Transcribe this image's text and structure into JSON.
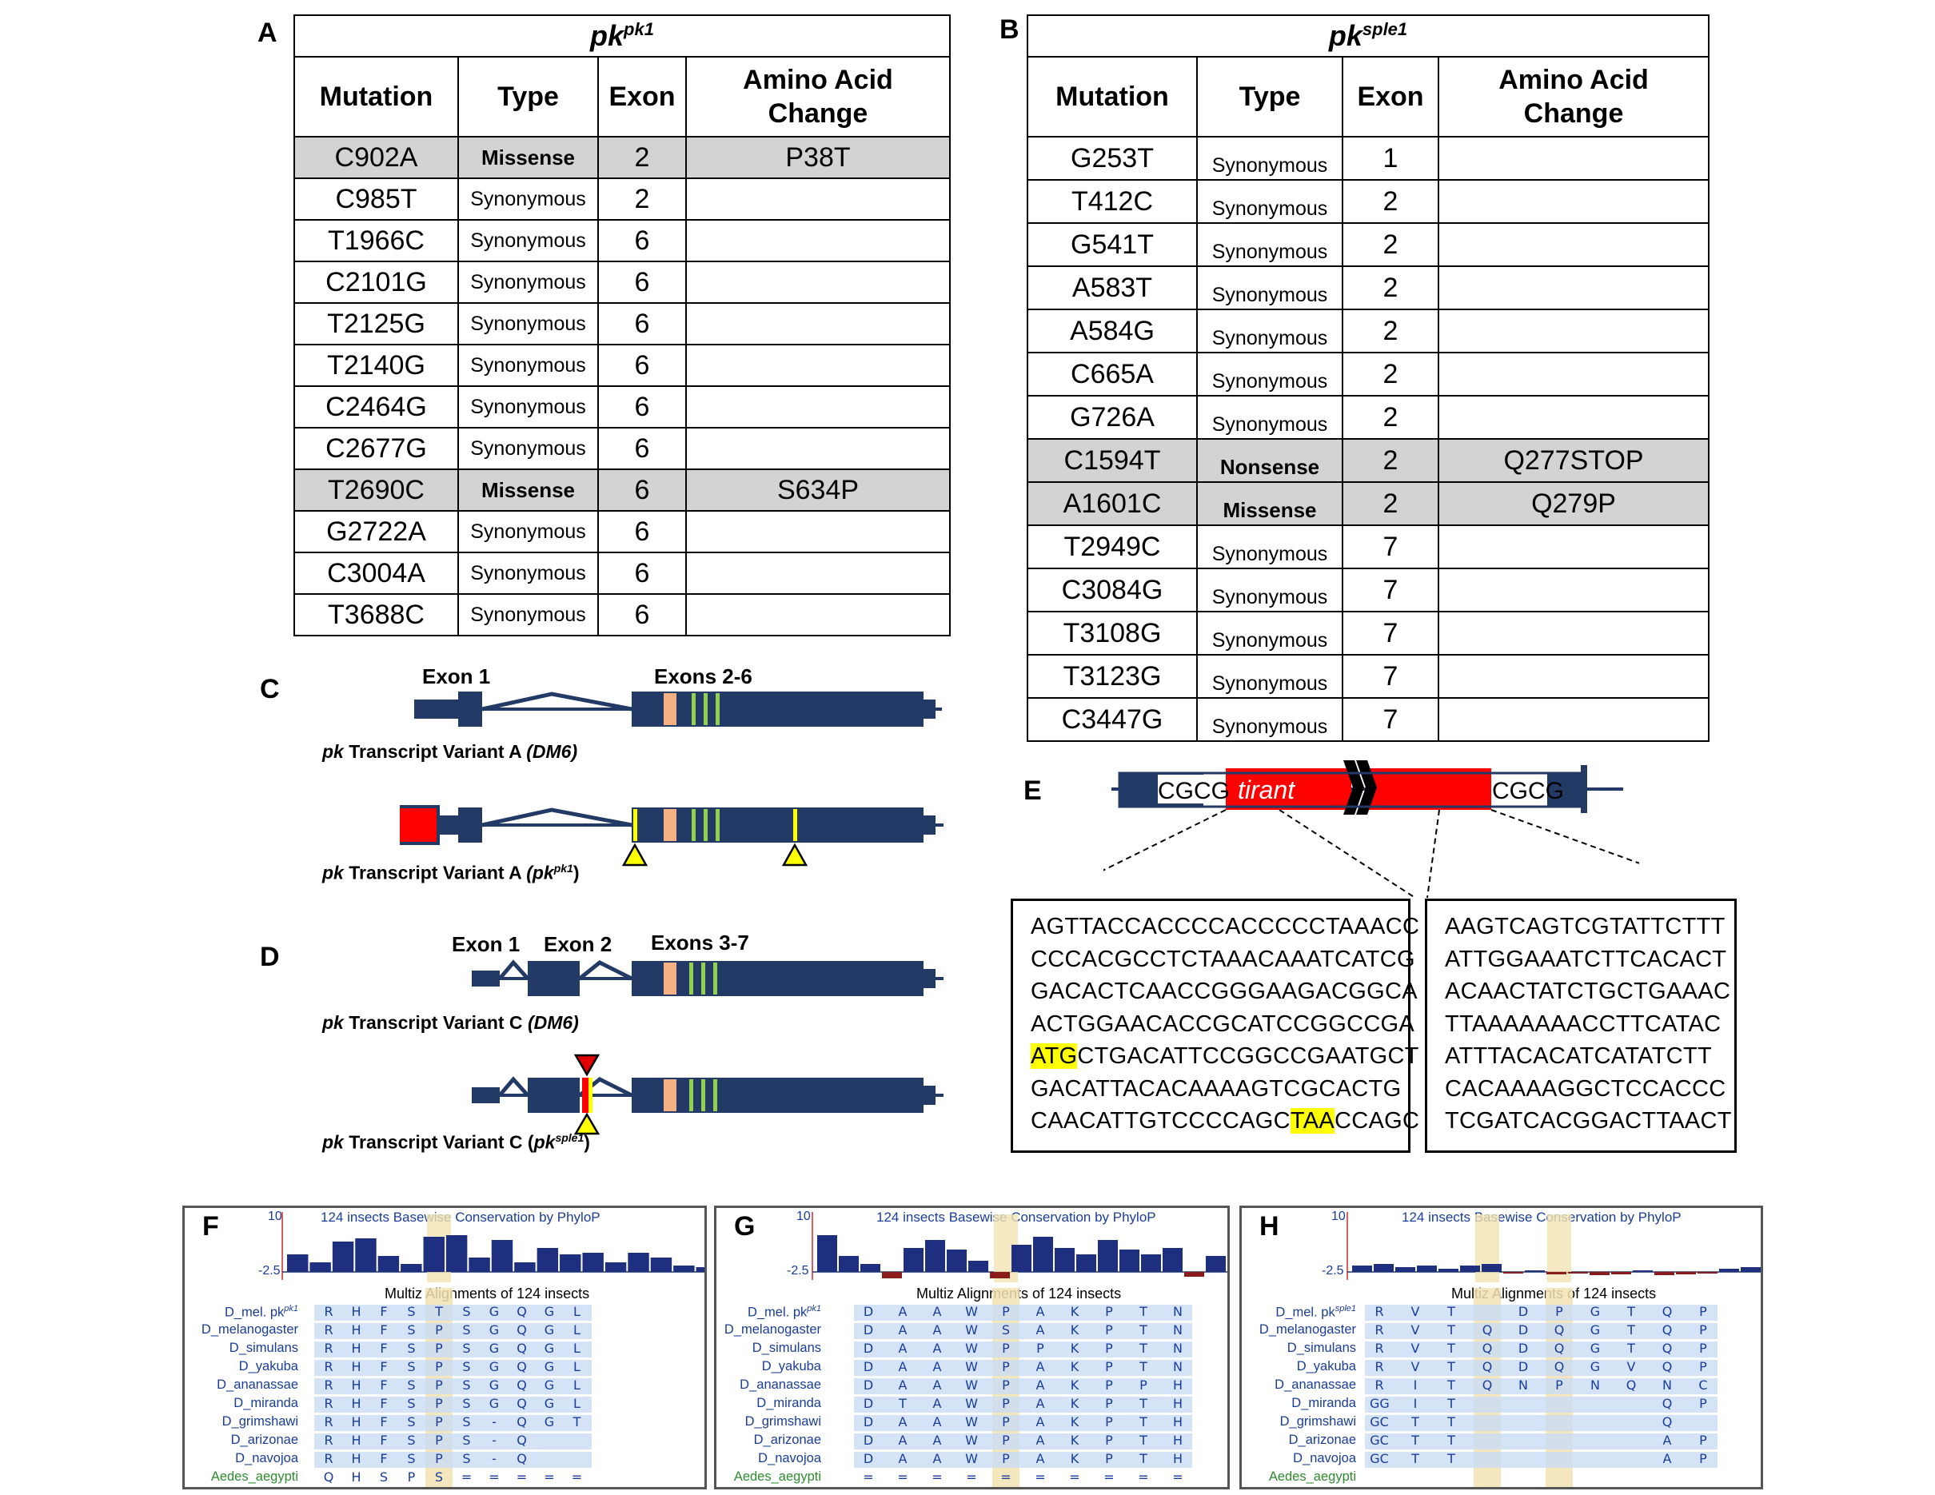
{
  "panels": {
    "a": "A",
    "b": "B",
    "c": "C",
    "d": "D",
    "e": "E",
    "f": "F",
    "g": "G",
    "h": "H"
  },
  "tableA": {
    "title_base": "pk",
    "title_sup": "pk1",
    "headers": [
      "Mutation",
      "Type",
      "Exon",
      "Amino Acid Change"
    ],
    "rows": [
      {
        "mutation": "C902A",
        "type": "Missense",
        "exon": "2",
        "aa": "P38T",
        "highlight": true
      },
      {
        "mutation": "C985T",
        "type": "Synonymous",
        "exon": "2",
        "aa": "",
        "highlight": false
      },
      {
        "mutation": "T1966C",
        "type": "Synonymous",
        "exon": "6",
        "aa": "",
        "highlight": false
      },
      {
        "mutation": "C2101G",
        "type": "Synonymous",
        "exon": "6",
        "aa": "",
        "highlight": false
      },
      {
        "mutation": "T2125G",
        "type": "Synonymous",
        "exon": "6",
        "aa": "",
        "highlight": false
      },
      {
        "mutation": "T2140G",
        "type": "Synonymous",
        "exon": "6",
        "aa": "",
        "highlight": false
      },
      {
        "mutation": "C2464G",
        "type": "Synonymous",
        "exon": "6",
        "aa": "",
        "highlight": false
      },
      {
        "mutation": "C2677G",
        "type": "Synonymous",
        "exon": "6",
        "aa": "",
        "highlight": false
      },
      {
        "mutation": "T2690C",
        "type": "Missense",
        "exon": "6",
        "aa": "S634P",
        "highlight": true
      },
      {
        "mutation": "G2722A",
        "type": "Synonymous",
        "exon": "6",
        "aa": "",
        "highlight": false
      },
      {
        "mutation": "C3004A",
        "type": "Synonymous",
        "exon": "6",
        "aa": "",
        "highlight": false
      },
      {
        "mutation": "T3688C",
        "type": "Synonymous",
        "exon": "6",
        "aa": "",
        "highlight": false
      }
    ]
  },
  "tableB": {
    "title_base": "pk",
    "title_sup": "sple1",
    "headers": [
      "Mutation",
      "Type",
      "Exon",
      "Amino Acid Change"
    ],
    "rows": [
      {
        "mutation": "G253T",
        "type": "Synonymous",
        "exon": "1",
        "aa": "",
        "highlight": false
      },
      {
        "mutation": "T412C",
        "type": "Synonymous",
        "exon": "2",
        "aa": "",
        "highlight": false
      },
      {
        "mutation": "G541T",
        "type": "Synonymous",
        "exon": "2",
        "aa": "",
        "highlight": false
      },
      {
        "mutation": "A583T",
        "type": "Synonymous",
        "exon": "2",
        "aa": "",
        "highlight": false
      },
      {
        "mutation": "A584G",
        "type": "Synonymous",
        "exon": "2",
        "aa": "",
        "highlight": false
      },
      {
        "mutation": "C665A",
        "type": "Synonymous",
        "exon": "2",
        "aa": "",
        "highlight": false
      },
      {
        "mutation": "G726A",
        "type": "Synonymous",
        "exon": "2",
        "aa": "",
        "highlight": false
      },
      {
        "mutation": "C1594T",
        "type": "Nonsense",
        "exon": "2",
        "aa": "Q277STOP",
        "highlight": true
      },
      {
        "mutation": "A1601C",
        "type": "Missense",
        "exon": "2",
        "aa": "Q279P",
        "highlight": true
      },
      {
        "mutation": "T2949C",
        "type": "Synonymous",
        "exon": "7",
        "aa": "",
        "highlight": false
      },
      {
        "mutation": "C3084G",
        "type": "Synonymous",
        "exon": "7",
        "aa": "",
        "highlight": false
      },
      {
        "mutation": "T3108G",
        "type": "Synonymous",
        "exon": "7",
        "aa": "",
        "highlight": false
      },
      {
        "mutation": "T3123G",
        "type": "Synonymous",
        "exon": "7",
        "aa": "",
        "highlight": false
      },
      {
        "mutation": "C3447G",
        "type": "Synonymous",
        "exon": "7",
        "aa": "",
        "highlight": false
      }
    ]
  },
  "diagramC": {
    "exon1": "Exon 1",
    "exons26": "Exons 2-6",
    "caption1_pre": "pk",
    "caption1_mid": " Transcript Variant A ",
    "caption1_ital": "(DM6)",
    "caption2_pre": "pk",
    "caption2_mid": " Transcript Variant A ",
    "caption2_ital": "(pk",
    "caption2_sup": "pk1",
    "caption2_end": ")"
  },
  "diagramD": {
    "exon1": "Exon 1",
    "exon2": "Exon 2",
    "exons37": "Exons 3-7",
    "caption1_pre": "pk",
    "caption1_mid": " Transcript Variant C ",
    "caption1_ital": "(DM6)",
    "caption2_pre": "pk",
    "caption2_mid": " Transcript Variant C (",
    "caption2_ital": "pk",
    "caption2_sup": "sple1",
    "caption2_end": ")"
  },
  "diagramE": {
    "left_seq": "CGCG",
    "right_seq": "CGCG",
    "element": "tirant",
    "box1_lines": [
      "AGTTACCACCCCACCCCCTAAACC",
      "CCCACGCCTCTAAACAAATCATCG",
      "GACACTCAACCGGGAAGACGGCA",
      "ACTGGAACACCGCATCCGGCCGA",
      "ATG|CTGACATTCCGGCCGAATGCT",
      "GACATTACACAAAAGTCGCACTG",
      "CAACATTGTCCCCAGC|TAA|CCAGC"
    ],
    "box2_lines": [
      "AAGTCAGTCGTATTCTTT",
      "ATTGGAAATCTTCACACT",
      "ACAACTATCTGCTGAAAC",
      "TTAAAAAAACCTTCATAC",
      "ATTTACACATCATATCTT",
      "CACAAAAGGCTCCACCC",
      "TCGATCACGGACTTAACT"
    ]
  },
  "alignments": {
    "conservation_title": "124 insects Basewise Conservation by PhyloP",
    "multiz_title": "Multiz Alignments of 124 insects",
    "tick_top": "10",
    "tick_bottom": "-2.5",
    "species": [
      "D_melanogaster",
      "D_simulans",
      "D_yakuba",
      "D_ananassae",
      "D_miranda",
      "D_grimshawi",
      "D_arizonae",
      "D_navojoa",
      "Aedes_aegypti"
    ],
    "F": {
      "first_label": "D_mel. pk",
      "first_sup": "pk1",
      "rows": [
        [
          "R",
          "H",
          "F",
          "S",
          "T",
          "S",
          "G",
          "Q",
          "G",
          "L"
        ],
        [
          "R",
          "H",
          "F",
          "S",
          "P",
          "S",
          "G",
          "Q",
          "G",
          "L"
        ],
        [
          "R",
          "H",
          "F",
          "S",
          "P",
          "S",
          "G",
          "Q",
          "G",
          "L"
        ],
        [
          "R",
          "H",
          "F",
          "S",
          "P",
          "S",
          "G",
          "Q",
          "G",
          "L"
        ],
        [
          "R",
          "H",
          "F",
          "S",
          "P",
          "S",
          "G",
          "Q",
          "G",
          "L"
        ],
        [
          "R",
          "H",
          "F",
          "S",
          "P",
          "S",
          "G",
          "Q",
          "G",
          "L"
        ],
        [
          "R",
          "H",
          "F",
          "S",
          "P",
          "S",
          "-",
          "Q",
          "G",
          "T"
        ],
        [
          "R",
          "H",
          "F",
          "S",
          "P",
          "S",
          "-",
          "Q",
          "",
          ""
        ],
        [
          "R",
          "H",
          "F",
          "S",
          "P",
          "S",
          "-",
          "Q",
          "",
          ""
        ],
        [
          "Q",
          "H",
          "S",
          "P",
          "S",
          "=",
          "=",
          "=",
          "=",
          "="
        ]
      ]
    },
    "G": {
      "first_label": "D_mel. pk",
      "first_sup": "pk1",
      "rows": [
        [
          "D",
          "A",
          "A",
          "W",
          "P",
          "A",
          "K",
          "P",
          "T",
          "N"
        ],
        [
          "D",
          "A",
          "A",
          "W",
          "S",
          "A",
          "K",
          "P",
          "T",
          "N"
        ],
        [
          "D",
          "A",
          "A",
          "W",
          "P",
          "P",
          "K",
          "P",
          "T",
          "N"
        ],
        [
          "D",
          "A",
          "A",
          "W",
          "P",
          "A",
          "K",
          "P",
          "T",
          "N"
        ],
        [
          "D",
          "A",
          "A",
          "W",
          "P",
          "A",
          "K",
          "P",
          "P",
          "H"
        ],
        [
          "D",
          "T",
          "A",
          "W",
          "P",
          "A",
          "K",
          "P",
          "T",
          "H"
        ],
        [
          "D",
          "A",
          "A",
          "W",
          "P",
          "A",
          "K",
          "P",
          "T",
          "H"
        ],
        [
          "D",
          "A",
          "A",
          "W",
          "P",
          "A",
          "K",
          "P",
          "T",
          "H"
        ],
        [
          "D",
          "A",
          "A",
          "W",
          "P",
          "A",
          "K",
          "P",
          "T",
          "H"
        ],
        [
          "=",
          "=",
          "=",
          "=",
          "=",
          "=",
          "=",
          "=",
          "=",
          "="
        ]
      ]
    },
    "H": {
      "first_label": "D_mel. pk",
      "first_sup": "sple1",
      "rows": [
        [
          "R",
          "V",
          "T",
          "",
          "D",
          "P",
          "G",
          "T",
          "Q",
          "P"
        ],
        [
          "R",
          "V",
          "T",
          "Q",
          "D",
          "Q",
          "G",
          "T",
          "Q",
          "P"
        ],
        [
          "R",
          "V",
          "T",
          "Q",
          "D",
          "Q",
          "G",
          "T",
          "Q",
          "P"
        ],
        [
          "R",
          "V",
          "T",
          "Q",
          "D",
          "Q",
          "G",
          "V",
          "Q",
          "P"
        ],
        [
          "R",
          "I",
          "T",
          "Q",
          "N",
          "P",
          "N",
          "Q",
          "N",
          "C"
        ],
        [
          "GG",
          "I",
          "T",
          "",
          "",
          "",
          "",
          "",
          "Q",
          "P"
        ],
        [
          "GC",
          "T",
          "T",
          "",
          "",
          "",
          "",
          "",
          "Q",
          ""
        ],
        [
          "GC",
          "T",
          "T",
          "",
          "",
          "",
          "",
          "",
          "A",
          "P"
        ],
        [
          "GC",
          "T",
          "T",
          "",
          "",
          "",
          "",
          "",
          "A",
          "P"
        ],
        [
          "",
          "",
          "",
          "",
          "",
          "",
          "",
          "",
          "",
          ""
        ]
      ]
    }
  },
  "colors": {
    "transcript": "#243a66",
    "tirant": "#ff0000",
    "peach": "#f4b183",
    "green": "#92d050",
    "yellow": "#ffff00",
    "align_blue": "#bcd3f0",
    "align_tan": "#e8d8a6"
  }
}
